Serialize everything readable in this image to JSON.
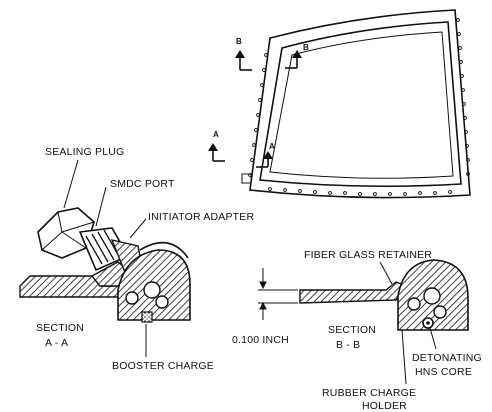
{
  "labels": {
    "sealing_plug": "SEALING PLUG",
    "smdc_port": "SMDC PORT",
    "initiator_adapter": "INITIATOR ADAPTER",
    "section_a_line1": "SECTION",
    "section_a_line2": "A - A",
    "booster_charge": "BOOSTER CHARGE",
    "fiber_glass_retainer": "FIBER GLASS RETAINER",
    "dimension": "0.100 INCH",
    "section_b_line1": "SECTION",
    "section_b_line2": "B - B",
    "detonating_line1": "DETONATING",
    "detonating_line2": "HNS CORE",
    "rubber_line1": "RUBBER CHARGE",
    "rubber_line2": "HOLDER",
    "marker_a": "A",
    "marker_b": "B"
  }
}
